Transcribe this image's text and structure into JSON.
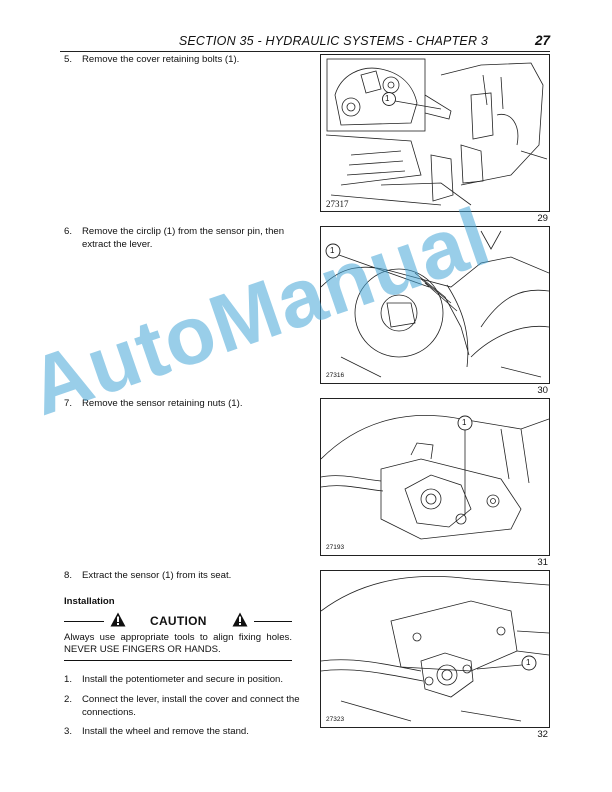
{
  "header": {
    "title": "SECTION 35 - HYDRAULIC SYSTEMS - CHAPTER 3",
    "page_number": "27"
  },
  "steps": [
    {
      "number": "5.",
      "text": "Remove the cover retaining bolts (1)."
    },
    {
      "number": "6.",
      "text": "Remove the circlip (1) from the sensor pin, then extract the lever."
    },
    {
      "number": "7.",
      "text": "Remove the sensor retaining nuts (1)."
    },
    {
      "number": "8.",
      "text": "Extract the sensor (1) from its seat."
    }
  ],
  "installation": {
    "heading": "Installation",
    "caution_label": "CAUTION",
    "caution_text": "Always use appropriate tools to align fixing holes. NEVER USE FINGERS OR HANDS.",
    "steps": [
      {
        "number": "1.",
        "text": "Install the potentiometer and secure in position."
      },
      {
        "number": "2.",
        "text": "Connect the lever, install the cover and connect the connections."
      },
      {
        "number": "3.",
        "text": "Install the wheel and remove the stand."
      }
    ]
  },
  "figures": [
    {
      "code": "27317",
      "number": "29",
      "callout": "1"
    },
    {
      "code": "27316",
      "number": "30",
      "callout": "1"
    },
    {
      "code": "27193",
      "number": "31",
      "callout": "1"
    },
    {
      "code": "27323",
      "number": "32",
      "callout": "1"
    }
  ],
  "watermark": "AutoManual",
  "icons": {
    "warning": "warning-triangle-icon"
  }
}
